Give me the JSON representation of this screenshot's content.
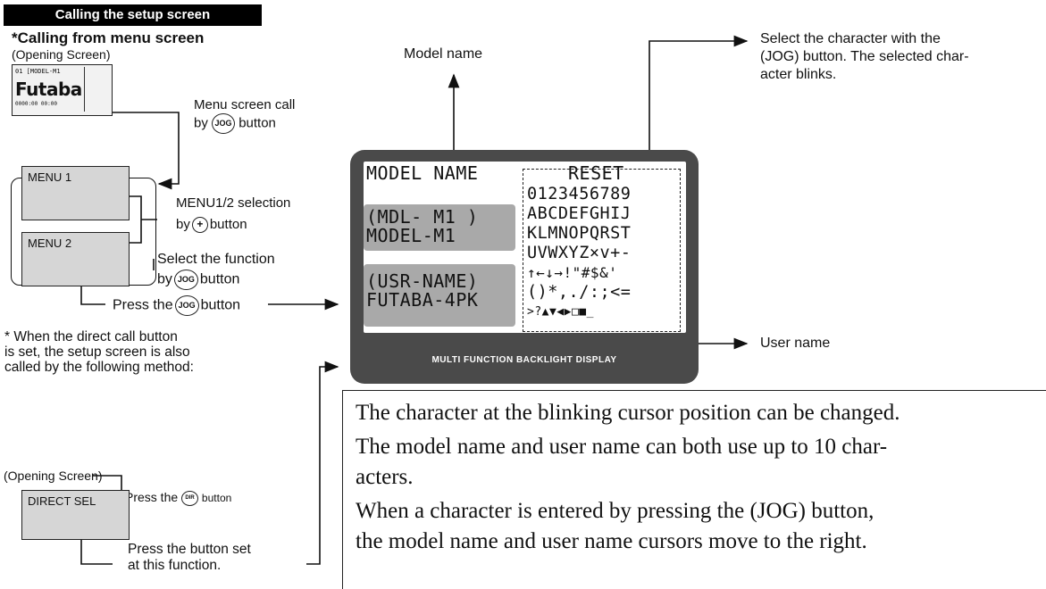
{
  "header": "Calling the setup screen",
  "left": {
    "menu_heading": "*Calling from menu screen",
    "opening_screen": "(Opening Screen)",
    "thumb": {
      "line1": "01 [MODEL-M1",
      "logo": "Futaba",
      "bottom": "0000:00 00:00"
    },
    "menu_call_1": "Menu screen call",
    "menu_call_2_pre": "by",
    "jog_label": "JOG",
    "menu_call_2_post": "button",
    "menu1": "MENU 1",
    "menu2": "MENU 2",
    "menu_sel_1": "MENU1/2 selection",
    "menu_sel_2_pre": "by",
    "plus_label": "+",
    "menu_sel_2_post": "button",
    "select_func_1": "Select the function",
    "select_func_2_pre": "by",
    "select_func_2_post": "button",
    "press_pre": "Press the",
    "press_post": "button",
    "direct_note_1": "* When the direct call button",
    "direct_note_2": "is set, the setup screen is also",
    "direct_note_3": "called by the following method:",
    "opening_screen_2": "(Opening Screen)",
    "press_dir_pre": "Press the",
    "dir_label": "DIR",
    "press_dir_post": "button",
    "direct_sel": "DIRECT SEL",
    "press_set_1": "Press the button set",
    "press_set_2": "at this function."
  },
  "center": {
    "model_name": "Model name",
    "select_char_1": "Select the character with the",
    "select_char_2": "(JOG) button. The selected char-",
    "select_char_3": "acter blinks.",
    "user_name": "User name",
    "lcd": {
      "title_left": "MODEL NAME",
      "title_right": "RESET",
      "mdl_line": "(MDL- M1 )",
      "model_line": "MODEL-M1",
      "usr_line": "(USR-NAME)",
      "futaba_line": "FUTABA-4PK",
      "chars": [
        "0123456789",
        "ABCDEFGHIJ",
        "KLMNOPQRST",
        "UVWXYZ×v+-",
        "↑←↓→!\"#$&'",
        "()*,./:;<=",
        ">?▲▼◀▶□■_ "
      ],
      "brand": "MULTI FUNCTION BACKLIGHT DISPLAY"
    }
  },
  "note": {
    "p1": "The character at the blinking cursor position can be changed.",
    "p2a": "The model name and user name can both use up to 10 char-",
    "p2b": "acters.",
    "p3a": "When a character is entered by pressing the (JOG) button,",
    "p3b": "the model name and user name cursors move to the right."
  }
}
